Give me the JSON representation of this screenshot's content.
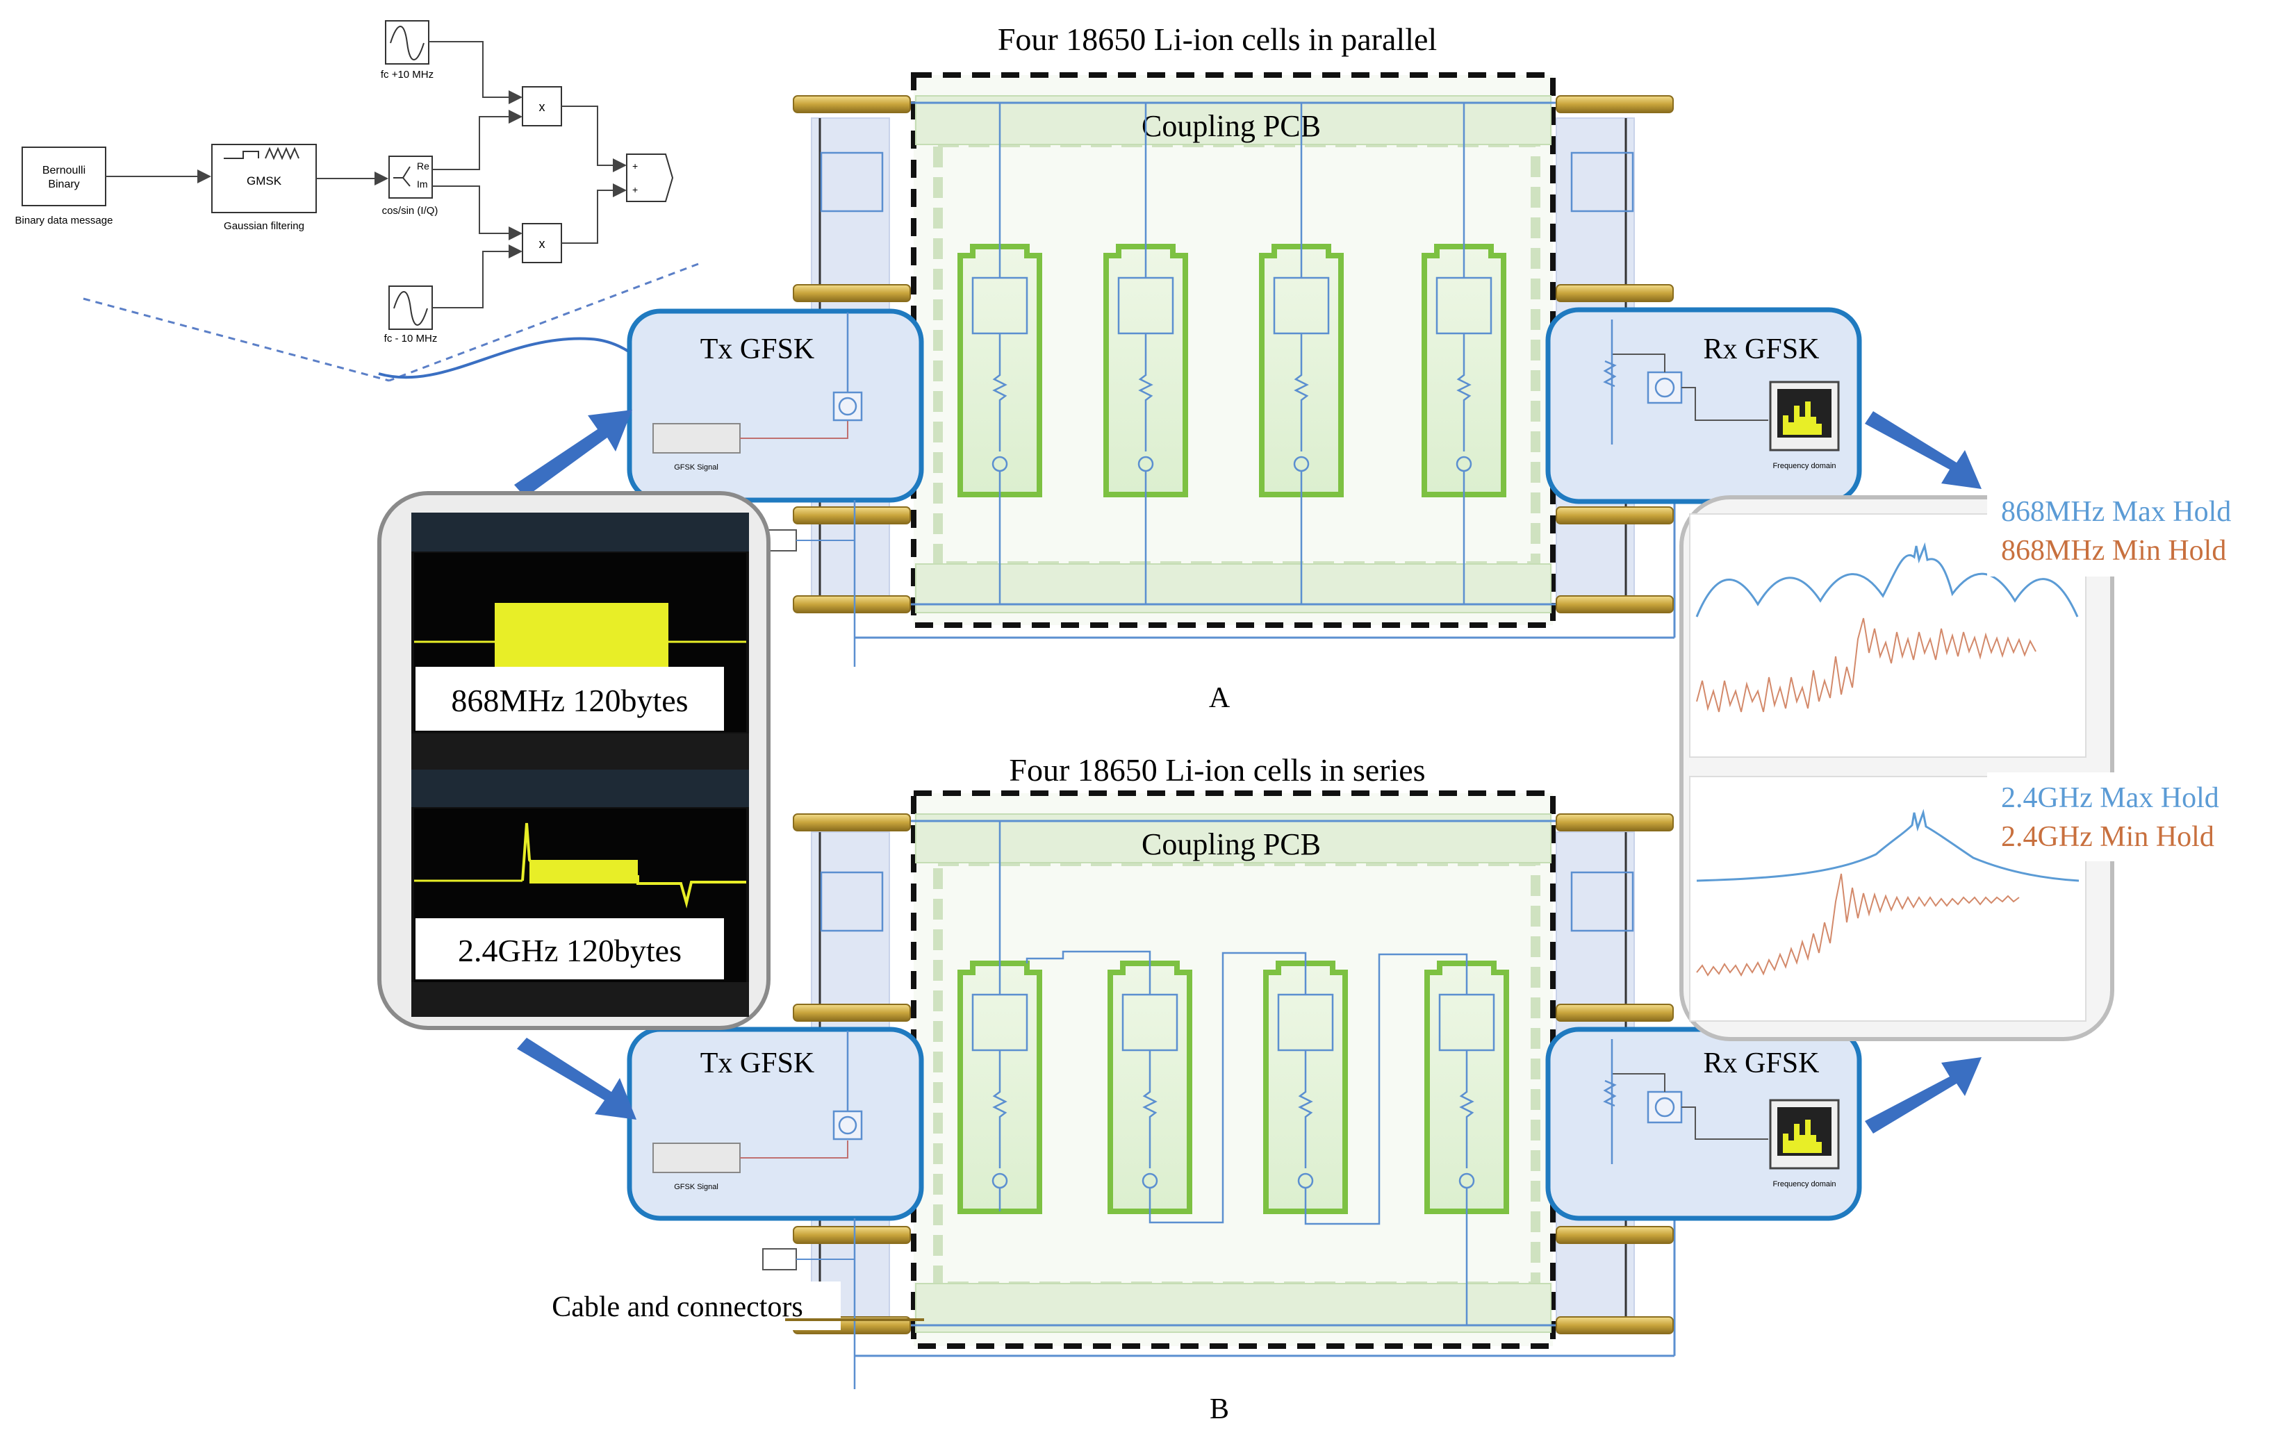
{
  "simulink": {
    "source_line1": "Bernoulli",
    "source_line2": "Binary",
    "source_caption": "Binary data message",
    "gmsk_label": "GMSK",
    "gmsk_caption": "Gaussian filtering",
    "iq_re": "Re",
    "iq_im": "Im",
    "iq_caption": "cos/sin (I/Q)",
    "osc_top_caption": "fc +10 MHz",
    "osc_bottom_caption": "fc - 10 MHz",
    "mult_symbol": "x"
  },
  "top_title": "Four 18650 Li-ion cells in parallel",
  "bottom_title": "Four 18650 Li-ion cells in series",
  "coupling_top": "Coupling PCB",
  "coupling_bottom": "Coupling PCB",
  "tx_top": "Tx GFSK",
  "rx_top": "Rx GFSK",
  "tx_bottom": "Tx GFSK",
  "rx_bottom": "Rx GFSK",
  "gfsk_block_label": "GFSK Signal",
  "freq_block_label": "Frequency domain",
  "label_a": "A",
  "label_b": "B",
  "scope_top_label": "868MHz  120bytes",
  "scope_bottom_label": "2.4GHz  120bytes",
  "spectrum_top": {
    "max_label": "868MHz Max Hold",
    "min_label": "868MHz Min Hold"
  },
  "spectrum_bottom": {
    "max_label": "2.4GHz Max Hold",
    "min_label": "2.4GHz Min Hold"
  },
  "cable_label": "Cable and connectors",
  "colors": {
    "accent_blue": "#2e7bbf",
    "arrow_blue": "#3a6fc2",
    "box_fill": "#dde7f6",
    "cell_green": "#7dc142",
    "cell_fill": "#e4f1d9",
    "max_hold": "#5b9bd5",
    "min_hold": "#c8703e",
    "scope_yellow": "#e8ee27",
    "gold": "#c9a53c"
  }
}
